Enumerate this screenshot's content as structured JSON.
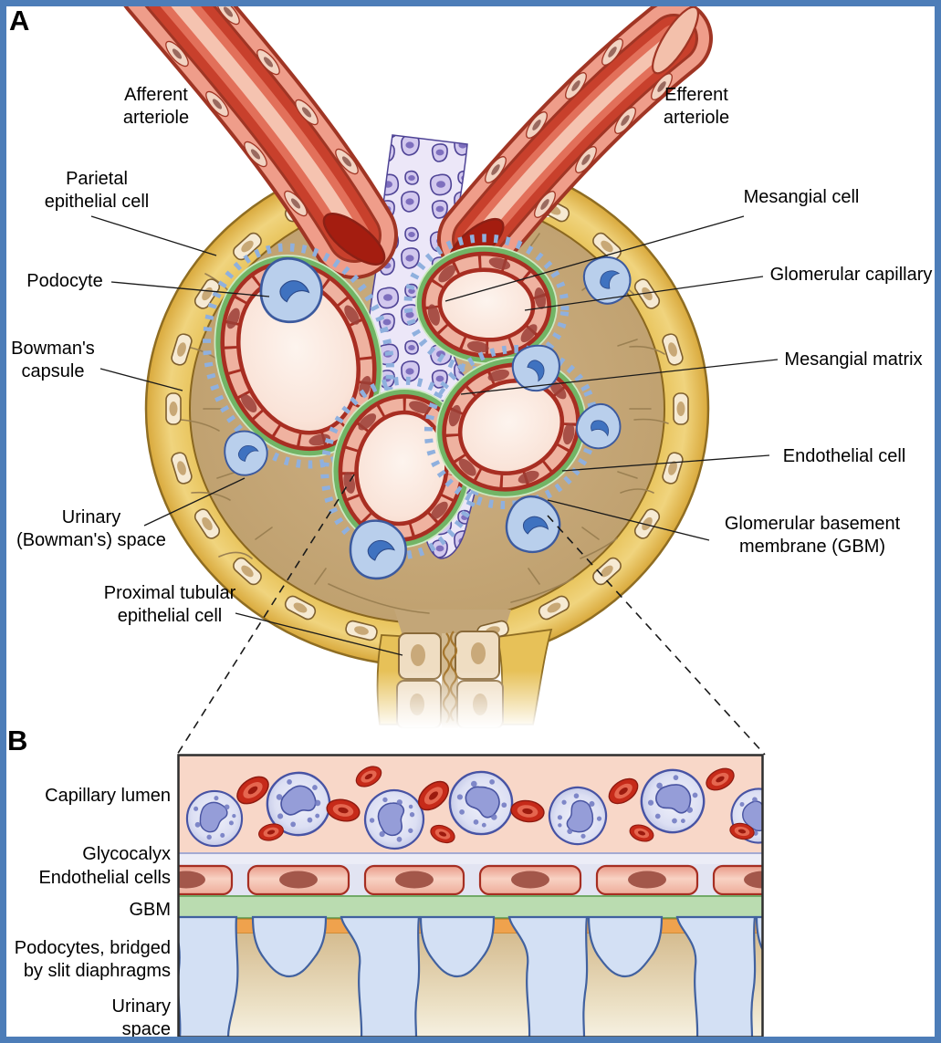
{
  "panel_a": {
    "letter": "A",
    "labels": {
      "afferent": "Afferent\narteriole",
      "efferent": "Efferent\narteriole",
      "parietal": "Parietal\nepithelial cell",
      "podocyte": "Podocyte",
      "bowmans_capsule": "Bowman's\ncapsule",
      "urinary_space": "Urinary\n(Bowman's) space",
      "proximal_tubule": "Proximal tubular\nepithelial cell",
      "mesangial_cell": "Mesangial cell",
      "glomerular_capillary": "Glomerular capillary",
      "mesangial_matrix": "Mesangial matrix",
      "endothelial_cell": "Endothelial cell",
      "gbm": "Glomerular basement\nmembrane (GBM)"
    }
  },
  "panel_b": {
    "letter": "B",
    "labels": {
      "capillary_lumen": "Capillary lumen",
      "glycocalyx": "Glycocalyx",
      "endothelial_cells": "Endothelial cells",
      "gbm": "GBM",
      "podocytes": "Podocytes, bridged\nby slit diaphragms",
      "urinary_space": "Urinary\nspace"
    }
  },
  "colors": {
    "frame_border": "#4d7db8",
    "capsule_gold": "#e7c158",
    "interstitium_tan": "#c3a678",
    "capillary_red": "#a82e22",
    "arteriole_red": "#c8402c",
    "gbm_green": "#72b465",
    "podocyte_blue": "#b9cfec",
    "mesangial_purple": "#d2c8ee",
    "slit_diaphragm_orange": "#efa24d",
    "capillary_lumen_pink": "#f8d7c8",
    "glycocalyx_lavender": "#ecedf7",
    "urinary_space_tan": "#d5bc90"
  }
}
